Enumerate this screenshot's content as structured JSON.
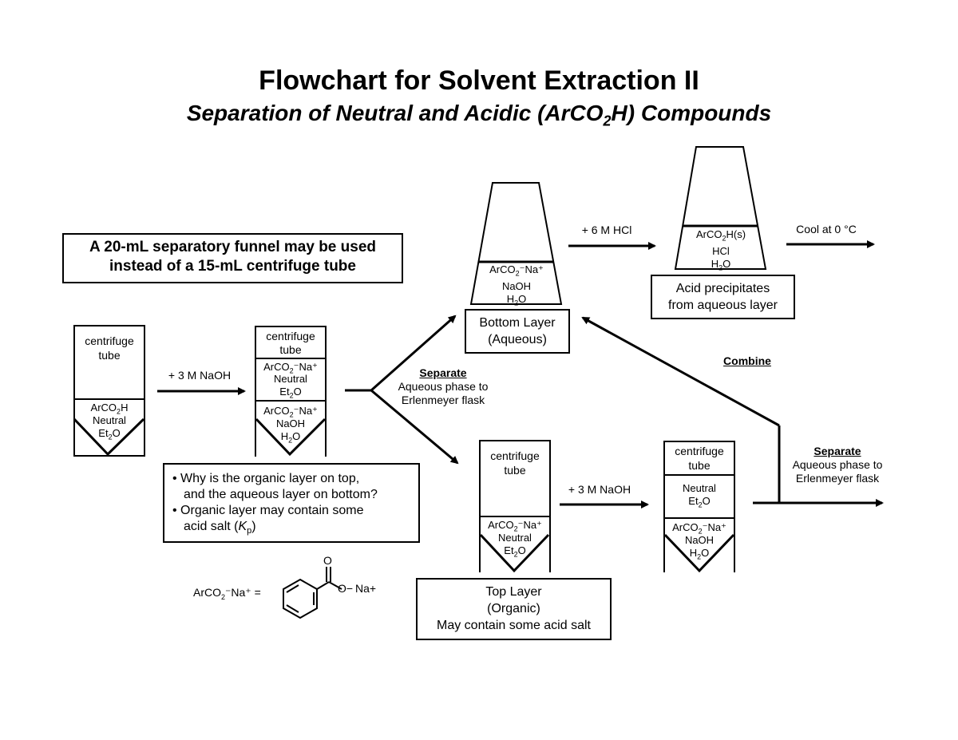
{
  "title": "Flowchart for Solvent Extraction II",
  "subtitle": "Separation of Neutral and Acidic (ArCO2H) Compounds",
  "note": {
    "line1": "A 20-mL separatory funnel may be used",
    "line2": "instead of a 15-mL centrifuge tube"
  },
  "tube1": {
    "top1": "centrifuge",
    "top2": "tube",
    "b1": "ArCO2H",
    "b2": "Neutral",
    "b3": "Et2O"
  },
  "step1": {
    "reagent": "+ 3 M NaOH"
  },
  "tube2": {
    "top1": "centrifuge",
    "top2": "tube",
    "m1": "ArCO2−Na+",
    "m2": "Neutral",
    "m3": "Et2O",
    "b1": "ArCO2−Na+",
    "b2": "NaOH",
    "b3": "H2O"
  },
  "separate1": {
    "heading": "Separate",
    "line1": "Aqueous phase to",
    "line2": "Erlenmeyer flask"
  },
  "flask1": {
    "l1": "ArCO2−Na+",
    "l2": "NaOH",
    "l3": "H2O"
  },
  "bottom_layer": {
    "line1": "Bottom Layer",
    "line2": "(Aqueous)"
  },
  "step_hcl": {
    "reagent": "+ 6 M HCl"
  },
  "flask2": {
    "l1": "ArCO2H(s)",
    "l2": "HCl",
    "l3": "H2O"
  },
  "precipitate": {
    "line1": "Acid precipitates",
    "line2": "from aqueous layer"
  },
  "cool": {
    "text": "Cool at 0 °C"
  },
  "combine": {
    "text": "Combine"
  },
  "tube3": {
    "top1": "centrifuge",
    "top2": "tube",
    "b1": "ArCO2−Na+",
    "b2": "Neutral",
    "b3": "Et2O"
  },
  "top_layer": {
    "line1": "Top Layer",
    "line2": "(Organic)",
    "line3": "May contain some acid salt"
  },
  "step2": {
    "reagent": "+ 3 M NaOH"
  },
  "tube4": {
    "top1": "centrifuge",
    "top2": "tube",
    "m1": "Neutral",
    "m2": "Et2O",
    "b1": "ArCO2−Na+",
    "b2": "NaOH",
    "b3": "H2O"
  },
  "separate2": {
    "heading": "Separate",
    "line1": "Aqueous phase to",
    "line2": "Erlenmeyer flask"
  },
  "questions": {
    "q1a": "• Why is the organic layer on top,",
    "q1b": "and the aqueous layer on bottom?",
    "q2a": "• Organic layer may contain some",
    "q2b": "acid salt (Kp)"
  },
  "structure": {
    "lhs": "ArCO2−Na+ =",
    "o_top": "O",
    "o_minus": "O−",
    "na": "Na+"
  }
}
